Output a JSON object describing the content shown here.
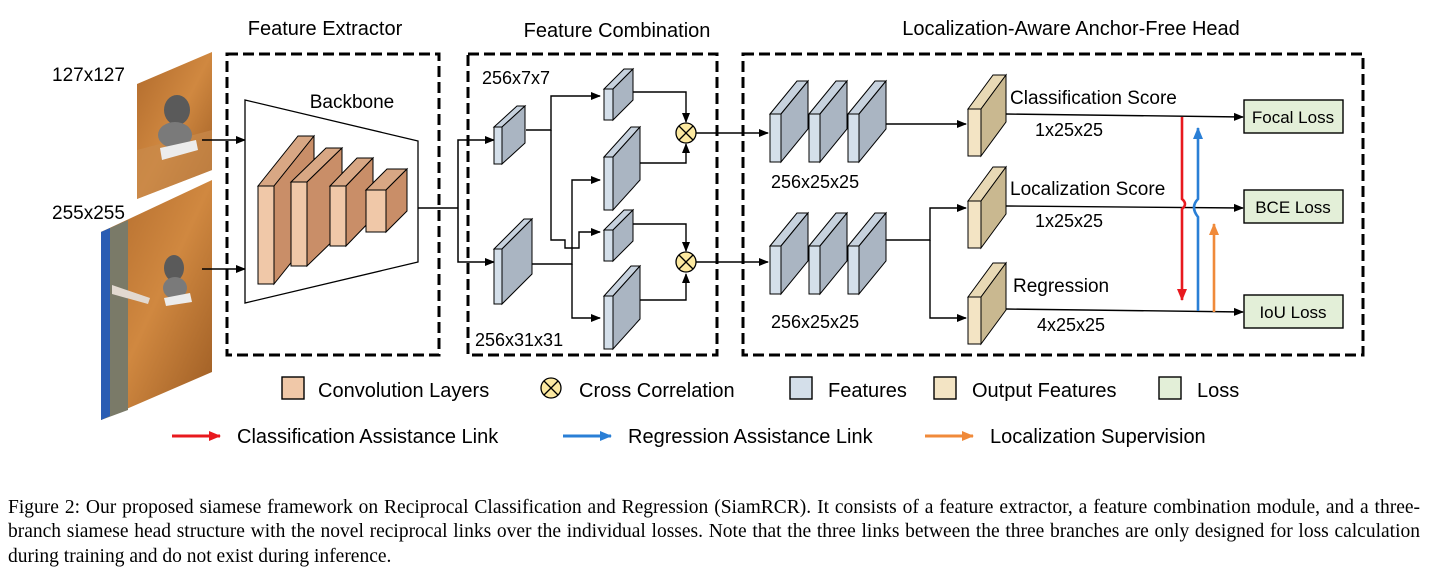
{
  "sections": {
    "feature_extractor": "Feature Extractor",
    "feature_combination": "Feature Combination",
    "head": "Localization-Aware Anchor-Free Head"
  },
  "inputs": {
    "template_size": "127x127",
    "search_size": "255x255"
  },
  "backbone_label": "Backbone",
  "combination": {
    "template_dim": "256x7x7",
    "search_dim": "256x31x31"
  },
  "head": {
    "feature_dim_top": "256x25x25",
    "feature_dim_bottom": "256x25x25",
    "cls_label": "Classification Score",
    "cls_dim": "1x25x25",
    "loc_label": "Localization Score",
    "loc_dim": "1x25x25",
    "reg_label": "Regression",
    "reg_dim": "4x25x25"
  },
  "losses": {
    "focal": "Focal Loss",
    "bce": "BCE Loss",
    "iou": "IoU Loss"
  },
  "legend": {
    "conv": "Convolution Layers",
    "xcorr": "Cross Correlation",
    "features": "Features",
    "output": "Output Features",
    "loss": "Loss"
  },
  "links": {
    "cls_assist": "Classification Assistance Link",
    "reg_assist": "Regression Assistance Link",
    "loc_sup": "Localization Supervision"
  },
  "caption": "Figure 2: Our proposed siamese framework on Reciprocal Classification and Regression (SiamRCR). It consists of a feature extractor, a feature combination module, and a three-branch siamese head structure with the novel reciprocal links over the individual losses. Note that the three links between the three branches are only designed for loss calculation during training and do not exist during inference.",
  "colors": {
    "conv": "#f0c8a8",
    "features": "#d4dfea",
    "feature_side": "#aab5c2",
    "output": "#f3e4c4",
    "loss": "#e3efd8",
    "cls_link": "#e8191e",
    "reg_link": "#2a7fd6",
    "loc_link": "#f08a3a"
  }
}
